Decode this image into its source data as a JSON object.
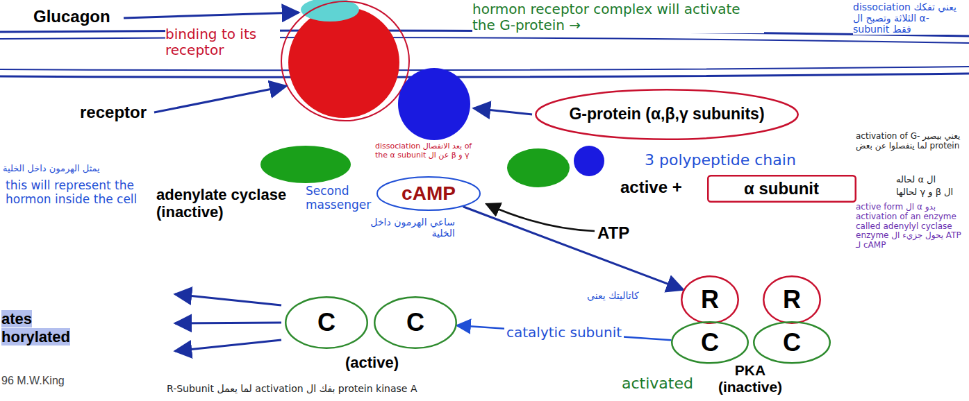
{
  "diagram": {
    "nodes": [
      {
        "text": [
          "G-protein (α,β,γ subunits)"
        ]
      },
      {
        "text": [
          "α subunit"
        ]
      },
      {
        "text": [
          "cAMP"
        ]
      },
      {
        "text": [
          "C"
        ]
      },
      {
        "text": [
          "C"
        ]
      },
      {
        "text": [
          "R"
        ]
      },
      {
        "text": [
          "R"
        ]
      },
      {
        "text": [
          "C"
        ]
      },
      {
        "text": [
          "C"
        ]
      }
    ],
    "edges": [
      {
        "from": 2,
        "to": 5,
        "arrow": "to"
      },
      {
        "from": 7,
        "to": 4,
        "label": "catalytic subunit",
        "arrow": "to"
      }
    ],
    "labels": [
      "Glucagon",
      "binding to its receptor",
      "hormon receptor complex will activate the G-protein →",
      "dissociation يعني تفكك الثلاثة وتصبح ال α-subunit فقط",
      "receptor",
      "3 polypeptide chain",
      "يعني بيصير activation of G-protein لما ينفصلوا عن بعض",
      "ال α لحاله",
      "ال β و γ لحالها",
      "active +",
      "active form ال α بدو activation of an enzyme called adenylyl cyclase enzyme يحول جزيء ال ATP لـ cAMP",
      "adenylate cyclase (inactive)",
      "dissociation بعد الانفصال of the α subunit عن ال β و γ",
      "يمثل الهرمون داخل الخلية",
      "this will represent the hormon inside the cell",
      "Second massenger",
      "ساعي الهرمون داخل الخلية",
      "ATP",
      "كاتاليتك يعني",
      "ates",
      "horylated",
      "(active)",
      "PKA (inactive)",
      "96 M.W.King",
      "R-Subunit لما يعمل activation بفك ال protein kinase A",
      "activated"
    ]
  }
}
